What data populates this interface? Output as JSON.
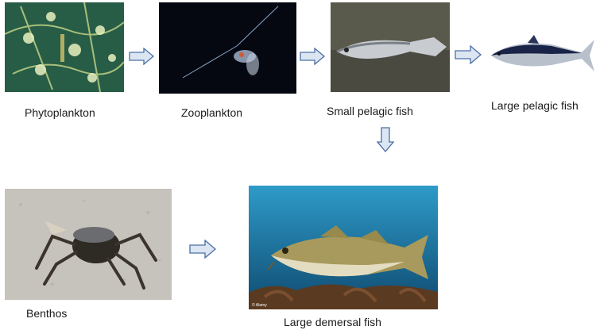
{
  "diagram": {
    "nodes": {
      "phytoplankton": "Phytoplankton",
      "zooplankton": "Zooplankton",
      "small_pelagic_fish": "Small pelagic fish",
      "large_pelagic_fish": "Large pelagic fish",
      "benthos": "Benthos",
      "large_demersal_fish": "Large demersal fish"
    },
    "photo_credit": "© Alamy"
  },
  "colors": {
    "arrow_fill": "#dce6f2",
    "arrow_stroke": "#4a6fa5"
  }
}
